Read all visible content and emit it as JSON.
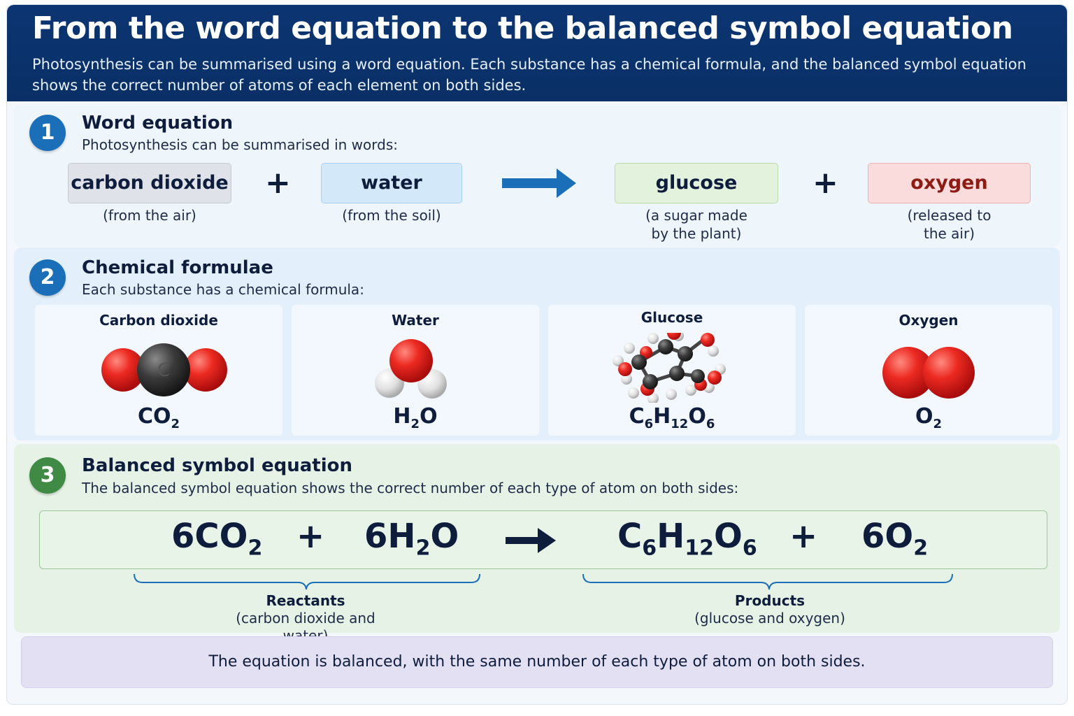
{
  "header": {
    "title": "From the word equation to the balanced symbol equation",
    "subtitle": "Photosynthesis can be summarised using a word equation. Each substance has a chemical formula, and the balanced symbol equation shows the correct number of atoms of each element on both sides."
  },
  "section1": {
    "number": "1",
    "title": "Word equation",
    "subtitle": "Photosynthesis can be summarised in words:",
    "plus": "+",
    "items": [
      {
        "word": "carbon dioxide",
        "note": "(from the air)"
      },
      {
        "word": "water",
        "note": "(from the soil)"
      },
      {
        "word": "glucose",
        "note_line1": "(a sugar made",
        "note_line2": "by the plant)"
      },
      {
        "word": "oxygen",
        "note_line1": "(released to",
        "note_line2": "the air)"
      }
    ],
    "arrow_color": "#1b6fb8"
  },
  "section2": {
    "number": "2",
    "title": "Chemical formulae",
    "subtitle": "Each substance has a chemical formula:",
    "cards": [
      {
        "name": "Carbon dioxide",
        "f": [
          {
            "t": "CO"
          },
          {
            "s": "2"
          }
        ],
        "center_atom_label": "C"
      },
      {
        "name": "Water",
        "f": [
          {
            "t": "H"
          },
          {
            "s": "2"
          },
          {
            "t": "O"
          }
        ]
      },
      {
        "name": "Glucose",
        "f": [
          {
            "t": "C"
          },
          {
            "s": "6"
          },
          {
            "t": "H"
          },
          {
            "s": "12"
          },
          {
            "t": "O"
          },
          {
            "s": "6"
          }
        ]
      },
      {
        "name": "Oxygen",
        "f": [
          {
            "t": "O"
          },
          {
            "s": "2"
          }
        ]
      }
    ],
    "atom_colors": {
      "carbon": "#3a3a3a",
      "oxygen": "#e21b1b",
      "hydrogen": "#e8e8e8"
    }
  },
  "section3": {
    "number": "3",
    "title": "Balanced symbol equation",
    "subtitle": "The balanced symbol equation shows the correct number of each type of atom on both sides:",
    "terms": [
      [
        {
          "t": "6CO"
        },
        {
          "s": "2"
        }
      ],
      [
        {
          "t": "6H"
        },
        {
          "s": "2"
        },
        {
          "t": "O"
        }
      ],
      [
        {
          "t": "C"
        },
        {
          "s": "6"
        },
        {
          "t": "H"
        },
        {
          "s": "12"
        },
        {
          "t": "O"
        },
        {
          "s": "6"
        }
      ],
      [
        {
          "t": "6O"
        },
        {
          "s": "2"
        }
      ]
    ],
    "plus": "+",
    "reactants_label": "Reactants",
    "reactants_note": "(carbon dioxide and water)",
    "products_label": "Products",
    "products_note": "(glucose and oxygen)"
  },
  "note": "The equation is balanced, with the same number of each type of atom on both sides.",
  "colors": {
    "header_bg": "#0b3572",
    "badge_blue": "#1b6fb8",
    "badge_green": "#3f8a45",
    "brace": "#1b6fb8"
  }
}
